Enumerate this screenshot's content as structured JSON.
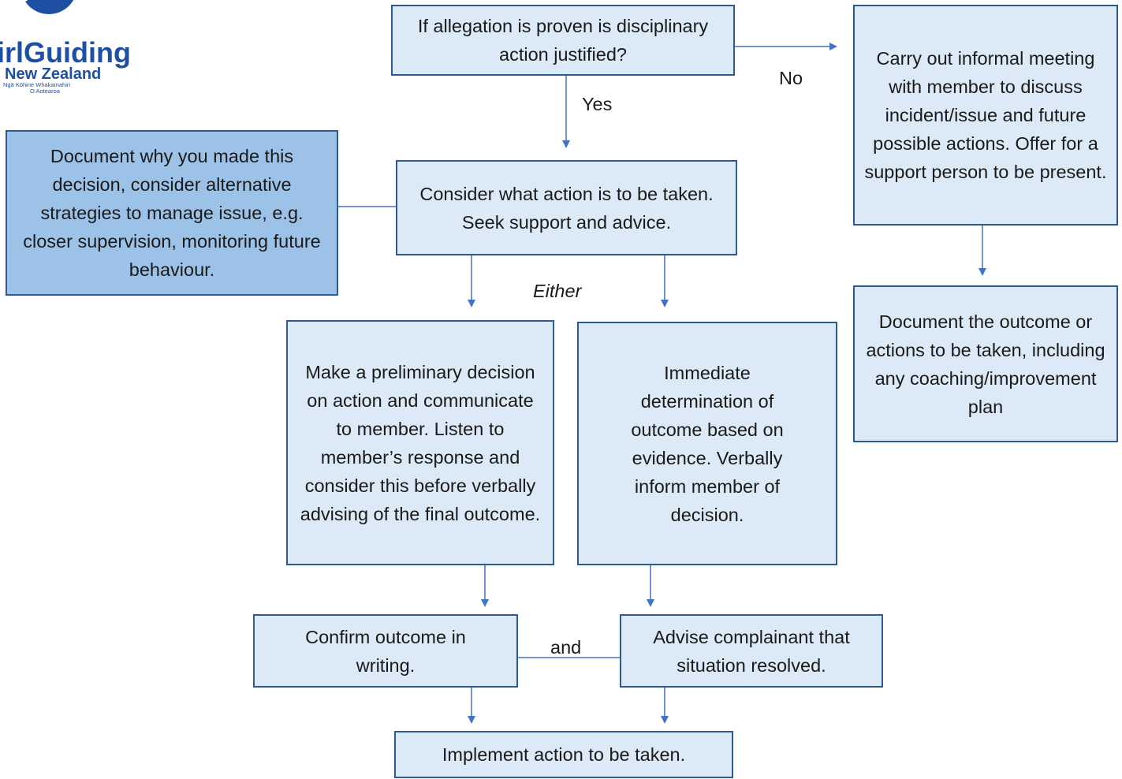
{
  "logo": {
    "line1": "irlGuiding",
    "line2": "New Zealand",
    "line3": "Ngā Kōhine Whakamahiri",
    "line4": "O Aotearoa"
  },
  "boxes": {
    "allegation": "If allegation is proven is disciplinary action justified?",
    "informal": "Carry out informal meeting with member to discuss incident/issue and future possible actions. Offer for a support person to be present.",
    "document_decision": "Document why you made this decision, consider alternative strategies to manage issue, e.g. closer supervision, monitoring future behaviour.",
    "consider": "Consider what action is to be taken. Seek support and advice.",
    "document_outcome": "Document the outcome or actions to be taken, including any coaching/improvement plan",
    "preliminary": "Make a preliminary decision on action and communicate to member. Listen to member’s response and consider this before verbally advising of the final outcome.",
    "immediate": "Immediate determination of outcome based on evidence. Verbally inform member of decision.",
    "confirm": "Confirm outcome in writing.",
    "advise": "Advise complainant that situation resolved.",
    "implement": "Implement action to be taken."
  },
  "labels": {
    "no": "No",
    "yes": "Yes",
    "either": "Either",
    "and": "and"
  },
  "colors": {
    "box_fill": "#dce9f6",
    "box_fill_dark": "#9dc2e8",
    "border": "#2e5a94",
    "connector": "#4472c4"
  }
}
